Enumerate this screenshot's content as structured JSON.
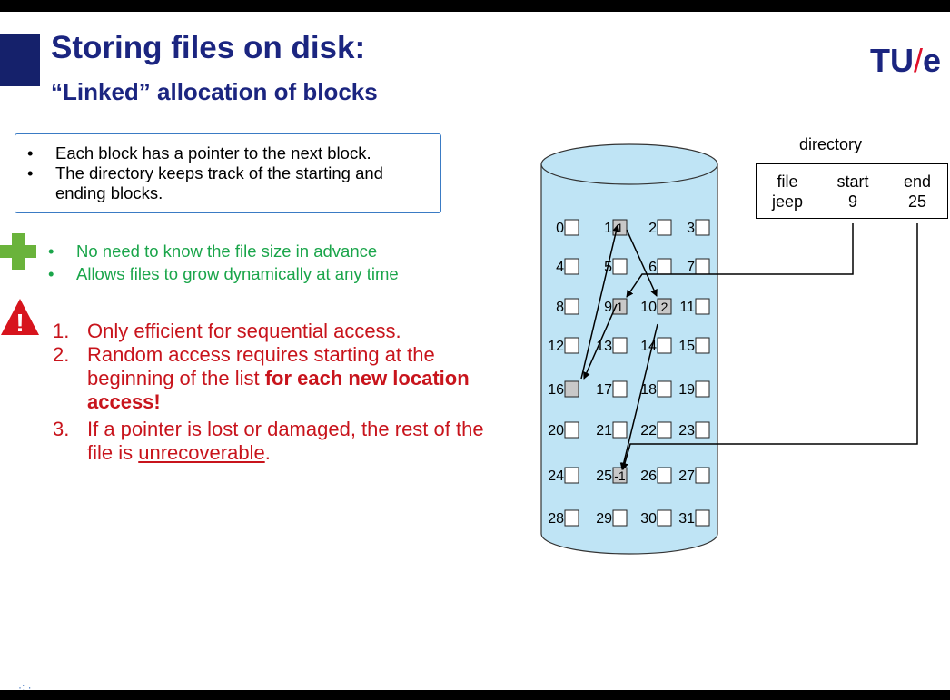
{
  "title": "Storing files on disk:",
  "subtitle": "“Linked” allocation of blocks",
  "logo": {
    "left": "TU",
    "slash": "/",
    "right": "e"
  },
  "intro_bullets": [
    "Each block has a pointer to the next block.",
    "The directory keeps track of the starting and ending blocks."
  ],
  "pros": [
    "No need to know the file size in advance",
    "Allows files to grow dynamically at any time"
  ],
  "cons": {
    "item1": {
      "num": "1.",
      "text": "Only efficient for sequential access."
    },
    "item2": {
      "num": "2.",
      "text": "Random access requires starting at the beginning of the list ",
      "bold": "for each new location access!"
    },
    "item3": {
      "num": "3.",
      "text": "If a pointer is lost or damaged, the rest of the file is ",
      "underline": "unrecoverable",
      "tail": "."
    }
  },
  "icons": {
    "plus": "plus-icon",
    "warning": "warning-icon",
    "warning_mark": "!"
  },
  "colors": {
    "title": "#1b2580",
    "pros": "#1aa54a",
    "cons": "#c8141c",
    "disk": "#bfe4f5",
    "used_block": "#c8c8c8",
    "logo_slash": "#e0112b"
  },
  "disk": {
    "labels": [
      "0",
      "1",
      "2",
      "3",
      "4",
      "5",
      "6",
      "7",
      "8",
      "9",
      "10",
      "11",
      "12",
      "13",
      "14",
      "15",
      "16",
      "17",
      "18",
      "19",
      "20",
      "21",
      "22",
      "23",
      "24",
      "25",
      "26",
      "27",
      "28",
      "29",
      "30",
      "31"
    ],
    "used_blocks": {
      "1": "1",
      "9": "1",
      "10": "2",
      "16": "",
      "25": "-1"
    }
  },
  "directory": {
    "label": "directory",
    "headers": [
      "file",
      "start",
      "end"
    ],
    "row": [
      "jeep",
      "9",
      "25"
    ]
  }
}
